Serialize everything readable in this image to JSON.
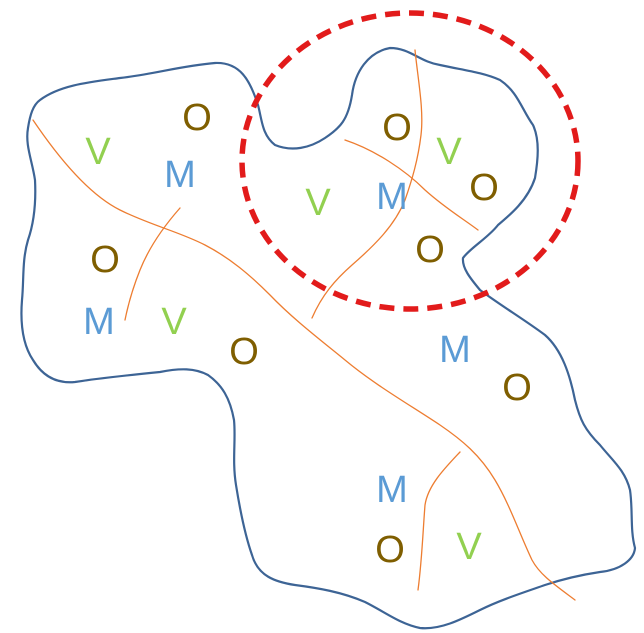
{
  "colors": {
    "outline": "#3d6495",
    "river": "#ed7d31",
    "circle": "#e21b1b",
    "O": "#7f5e00",
    "M": "#5b9bd5",
    "V": "#92d050"
  },
  "legend_letters": {
    "O": "O",
    "M": "M",
    "V": "V"
  },
  "markers": [
    {
      "letter": "O"
    },
    {
      "letter": "V"
    },
    {
      "letter": "M"
    },
    {
      "letter": "O"
    },
    {
      "letter": "M"
    },
    {
      "letter": "V"
    },
    {
      "letter": "O"
    },
    {
      "letter": "O"
    },
    {
      "letter": "V"
    },
    {
      "letter": "O"
    },
    {
      "letter": "V"
    },
    {
      "letter": "M"
    },
    {
      "letter": "O"
    },
    {
      "letter": "M"
    },
    {
      "letter": "O"
    },
    {
      "letter": "M"
    },
    {
      "letter": "O"
    },
    {
      "letter": "V"
    }
  ]
}
